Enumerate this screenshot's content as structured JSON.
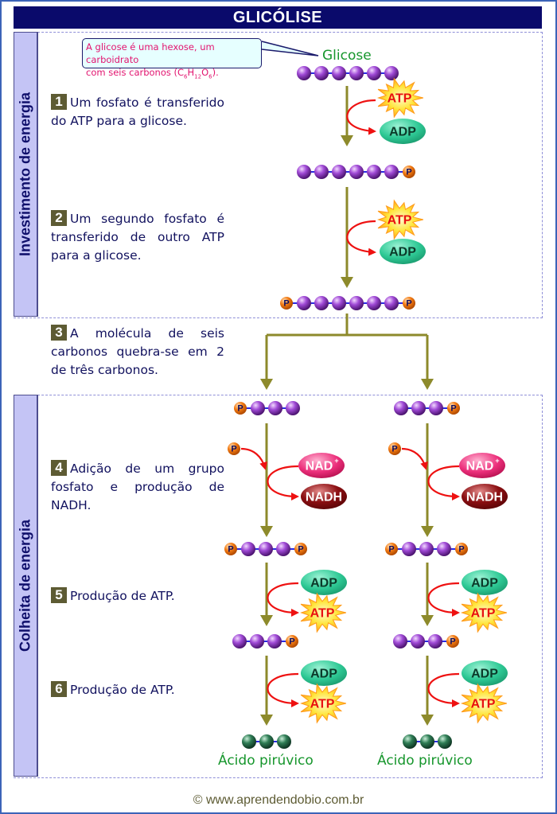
{
  "title": "GLICÓLISE",
  "sections": [
    {
      "label": "Investimento de energia"
    },
    {
      "label": "Colheita de energia"
    }
  ],
  "callout": {
    "text_line1": "A glicose é uma hexose, um carboidrato",
    "text_line2_prefix": "com seis carbonos (C",
    "formula_c_sub": "6",
    "formula_h": "H",
    "formula_h_sub": "12",
    "formula_o": "O",
    "formula_o_sub": "6",
    "text_line2_suffix": ")."
  },
  "molecule_labels": {
    "glucose": "Glicose",
    "pyruvate_left": "Ácido pirúvico",
    "pyruvate_right": "Ácido pirúvico"
  },
  "steps": [
    {
      "number": "1",
      "text": "Um fosfato é transferido do ATP para a glicose."
    },
    {
      "number": "2",
      "text": "Um segundo fosfato é transferido de outro ATP para a glicose."
    },
    {
      "number": "3",
      "text": "A molécula de seis carbonos quebra-se em 2 de três carbonos."
    },
    {
      "number": "4",
      "text": "Adição de um grupo fosfato e produção de NADH."
    },
    {
      "number": "5",
      "text": "Produção de ATP."
    },
    {
      "number": "6",
      "text": "Produção de ATP."
    }
  ],
  "chips": {
    "atp": "ATP",
    "adp": "ADP",
    "nad": "NAD",
    "nad_sup": "+",
    "nadh": "NADH",
    "phosphate": "P"
  },
  "colors": {
    "title_bg": "#0a0a6b",
    "carbon": "#9b3fd1",
    "pyruvate_carbon": "#1f6b44",
    "phosphate": "#f07a12",
    "arrow_main": "#8d8a2b",
    "arrow_red": "#ee1111",
    "adp": "#2ec995",
    "nad": "#ec2f7b",
    "nadh": "#8b0f12",
    "atp_star": "#ffd21f",
    "label_green": "#16962c"
  },
  "footer": "© www.aprendendobio.com.br"
}
